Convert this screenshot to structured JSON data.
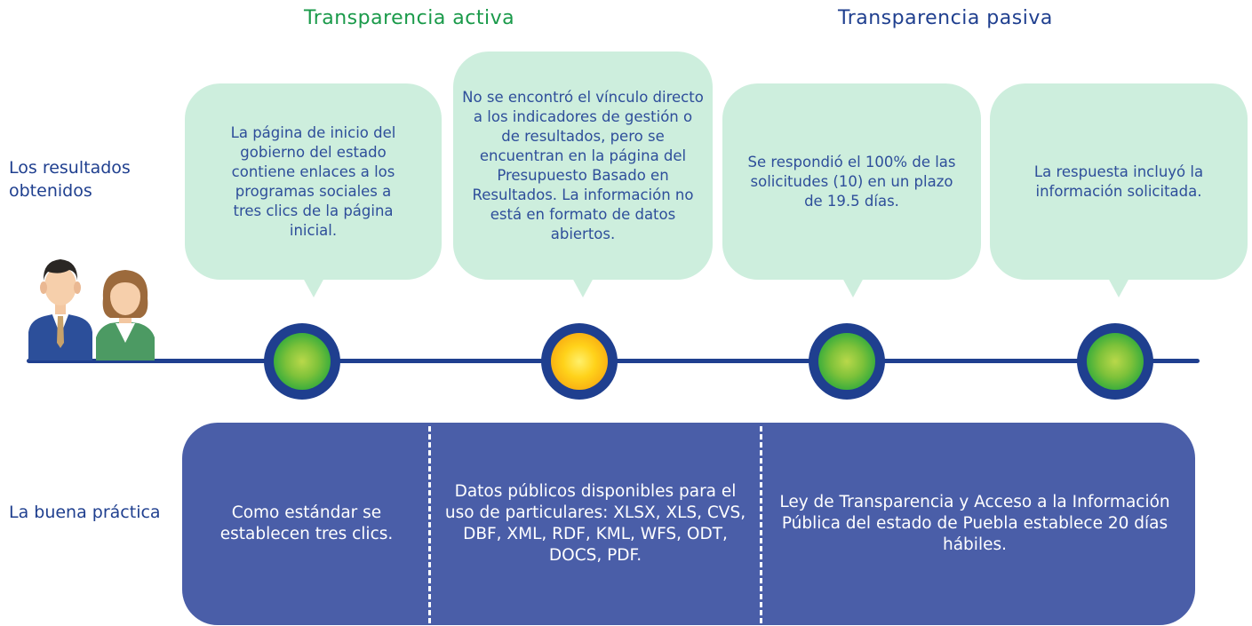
{
  "headers": {
    "activa": "Transparencia activa",
    "pasiva": "Transparencia pasiva"
  },
  "row_labels": {
    "resultados": "Los resultados obtenidos",
    "practica": "La buena práctica"
  },
  "results": [
    {
      "text": "La página de inicio del gobierno del estado contiene enlaces a los programas sociales a tres clics de la página inicial.",
      "status": "green"
    },
    {
      "text": "No se encontró el vínculo directo a los indicadores de gestión o de resultados, pero se encuentran en la página del Presupuesto Basado en Resultados. La información no está en formato de datos abiertos.",
      "status": "yellow"
    },
    {
      "text": "Se respondió el 100% de las solicitudes (10) en un plazo de 19.5 días.",
      "status": "green"
    },
    {
      "text": "La respuesta incluyó la información solicitada.",
      "status": "green"
    }
  ],
  "practices": [
    "Como estándar se establecen tres clics.",
    "Datos públicos disponibles para el uso de particulares: XLSX, XLS, CVS, DBF, XML, RDF, KML, WFS, ODT, DOCS, PDF.",
    "Ley de Transparencia y Acceso a la Información Pública del estado de Puebla establece 20 días hábiles."
  ],
  "colors": {
    "green_status": "#2aa83c",
    "yellow_status": "#f7a40f",
    "timeline": "#1f3f8f",
    "bubble": "#cdeedd",
    "practice_box": "#4a5ea8"
  },
  "icons": {
    "people": "people-icon"
  }
}
